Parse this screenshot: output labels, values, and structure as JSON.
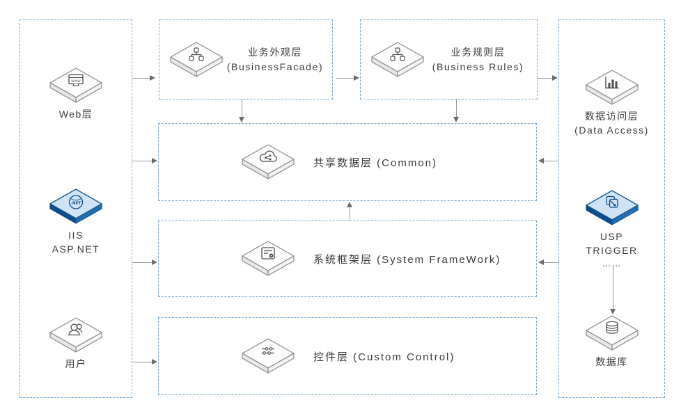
{
  "nodes": {
    "web": {
      "label": "Web层"
    },
    "iis": {
      "line1": "IIS",
      "line2": "ASP.NET"
    },
    "user": {
      "label": "用户"
    },
    "facade": {
      "title": "业务外观层",
      "subtitle": "(BusinessFacade)"
    },
    "rules": {
      "title": "业务规则层",
      "subtitle": "(Business Rules)"
    },
    "data_access": {
      "title": "数据访问层",
      "subtitle": "(Data Access)"
    },
    "usp": {
      "line1": "USP",
      "line2": "TRIGGER",
      "line3": "……"
    },
    "database": {
      "label": "数据库"
    },
    "common": {
      "label": "共享数据层 (Common)"
    },
    "framework": {
      "label": "系统框架层 (System FrameWork)"
    },
    "control": {
      "label": "控件层 (Custom Control)"
    }
  },
  "icons": {
    "web": "browser-www-icon",
    "iis": "dotnet-globe-icon",
    "user": "person-icon",
    "facade": "hierarchy-icon",
    "rules": "hierarchy-icon",
    "data_access": "bar-chart-icon",
    "usp": "script-pages-icon",
    "database": "database-cylinder-icon",
    "common": "cloud-share-icon",
    "framework": "form-document-icon",
    "control": "sliders-icon"
  },
  "colors": {
    "background": "#ffffff",
    "dashed_border": "#6fa8dc",
    "arrow_line": "#979797",
    "arrow_head": "#6b6b6b",
    "text": "#3a3a3a",
    "tile_stroke": "#8a8a8a",
    "glyph": "#4d4d4d",
    "blue_tile_top": "#cfe3f5",
    "blue_tile_left": "#0e4c8b",
    "blue_tile_right": "#1f6fb5",
    "blue_glyph": "#0d4a85"
  }
}
